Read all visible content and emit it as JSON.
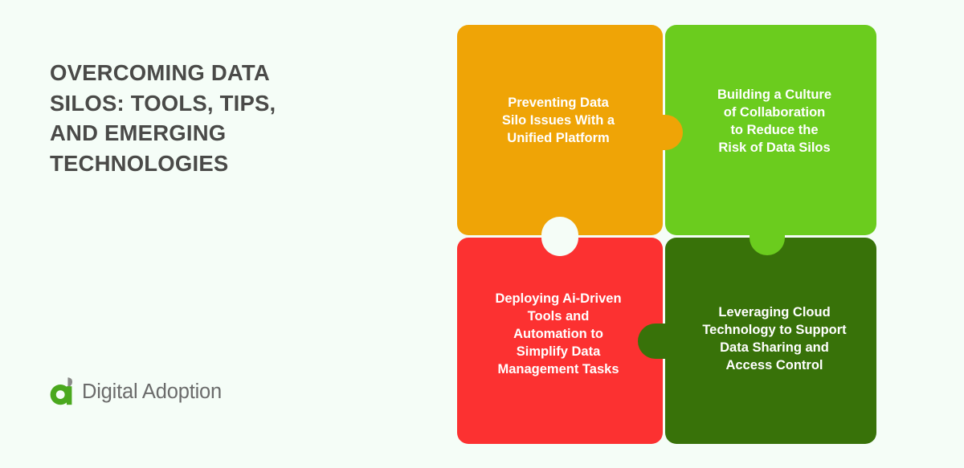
{
  "page": {
    "background_color": "#f5fdf7",
    "headline": "Overcoming Data Silos: Tools, Tips, and Emerging Technologies"
  },
  "brand": {
    "logo_icon": "digital-adoption-a-logo",
    "name": "Digital Adoption",
    "mark_color": "#4aa81e",
    "leaf_color": "#8a8a88",
    "text_color": "#6b6b6b"
  },
  "diagram": {
    "type": "four-piece-jigsaw-puzzle",
    "pieces": [
      {
        "id": "preventing-data-silo-issues",
        "position": "top-left",
        "color": "#efa406",
        "label": "Preventing Data\nSilo Issues With a\nUnified Platform",
        "connector": {
          "edge": "right",
          "direction": "out",
          "color": "#efa406"
        }
      },
      {
        "id": "building-a-culture-of-collaboration",
        "position": "top-right",
        "color": "#6bcc1e",
        "label": "Building a Culture\nof Collaboration\nto Reduce the\nRisk of Data Silos",
        "connector": {
          "edge": "bottom",
          "direction": "out",
          "color": "#6bcc1e"
        }
      },
      {
        "id": "deploying-ai-driven-tools",
        "position": "bottom-left",
        "color": "#fc3131",
        "label": "Deploying Ai-Driven\nTools and\nAutomation to\nSimplify Data\nManagement Tasks",
        "connector": {
          "edge": "top",
          "direction": "out",
          "color": "#fc3131"
        }
      },
      {
        "id": "leveraging-cloud-technology",
        "position": "bottom-right",
        "color": "#387209",
        "label": "Leveraging Cloud\nTechnology to Support\nData Sharing and\nAccess Control",
        "connector": {
          "edge": "left",
          "direction": "out",
          "color": "#387209"
        }
      }
    ]
  }
}
